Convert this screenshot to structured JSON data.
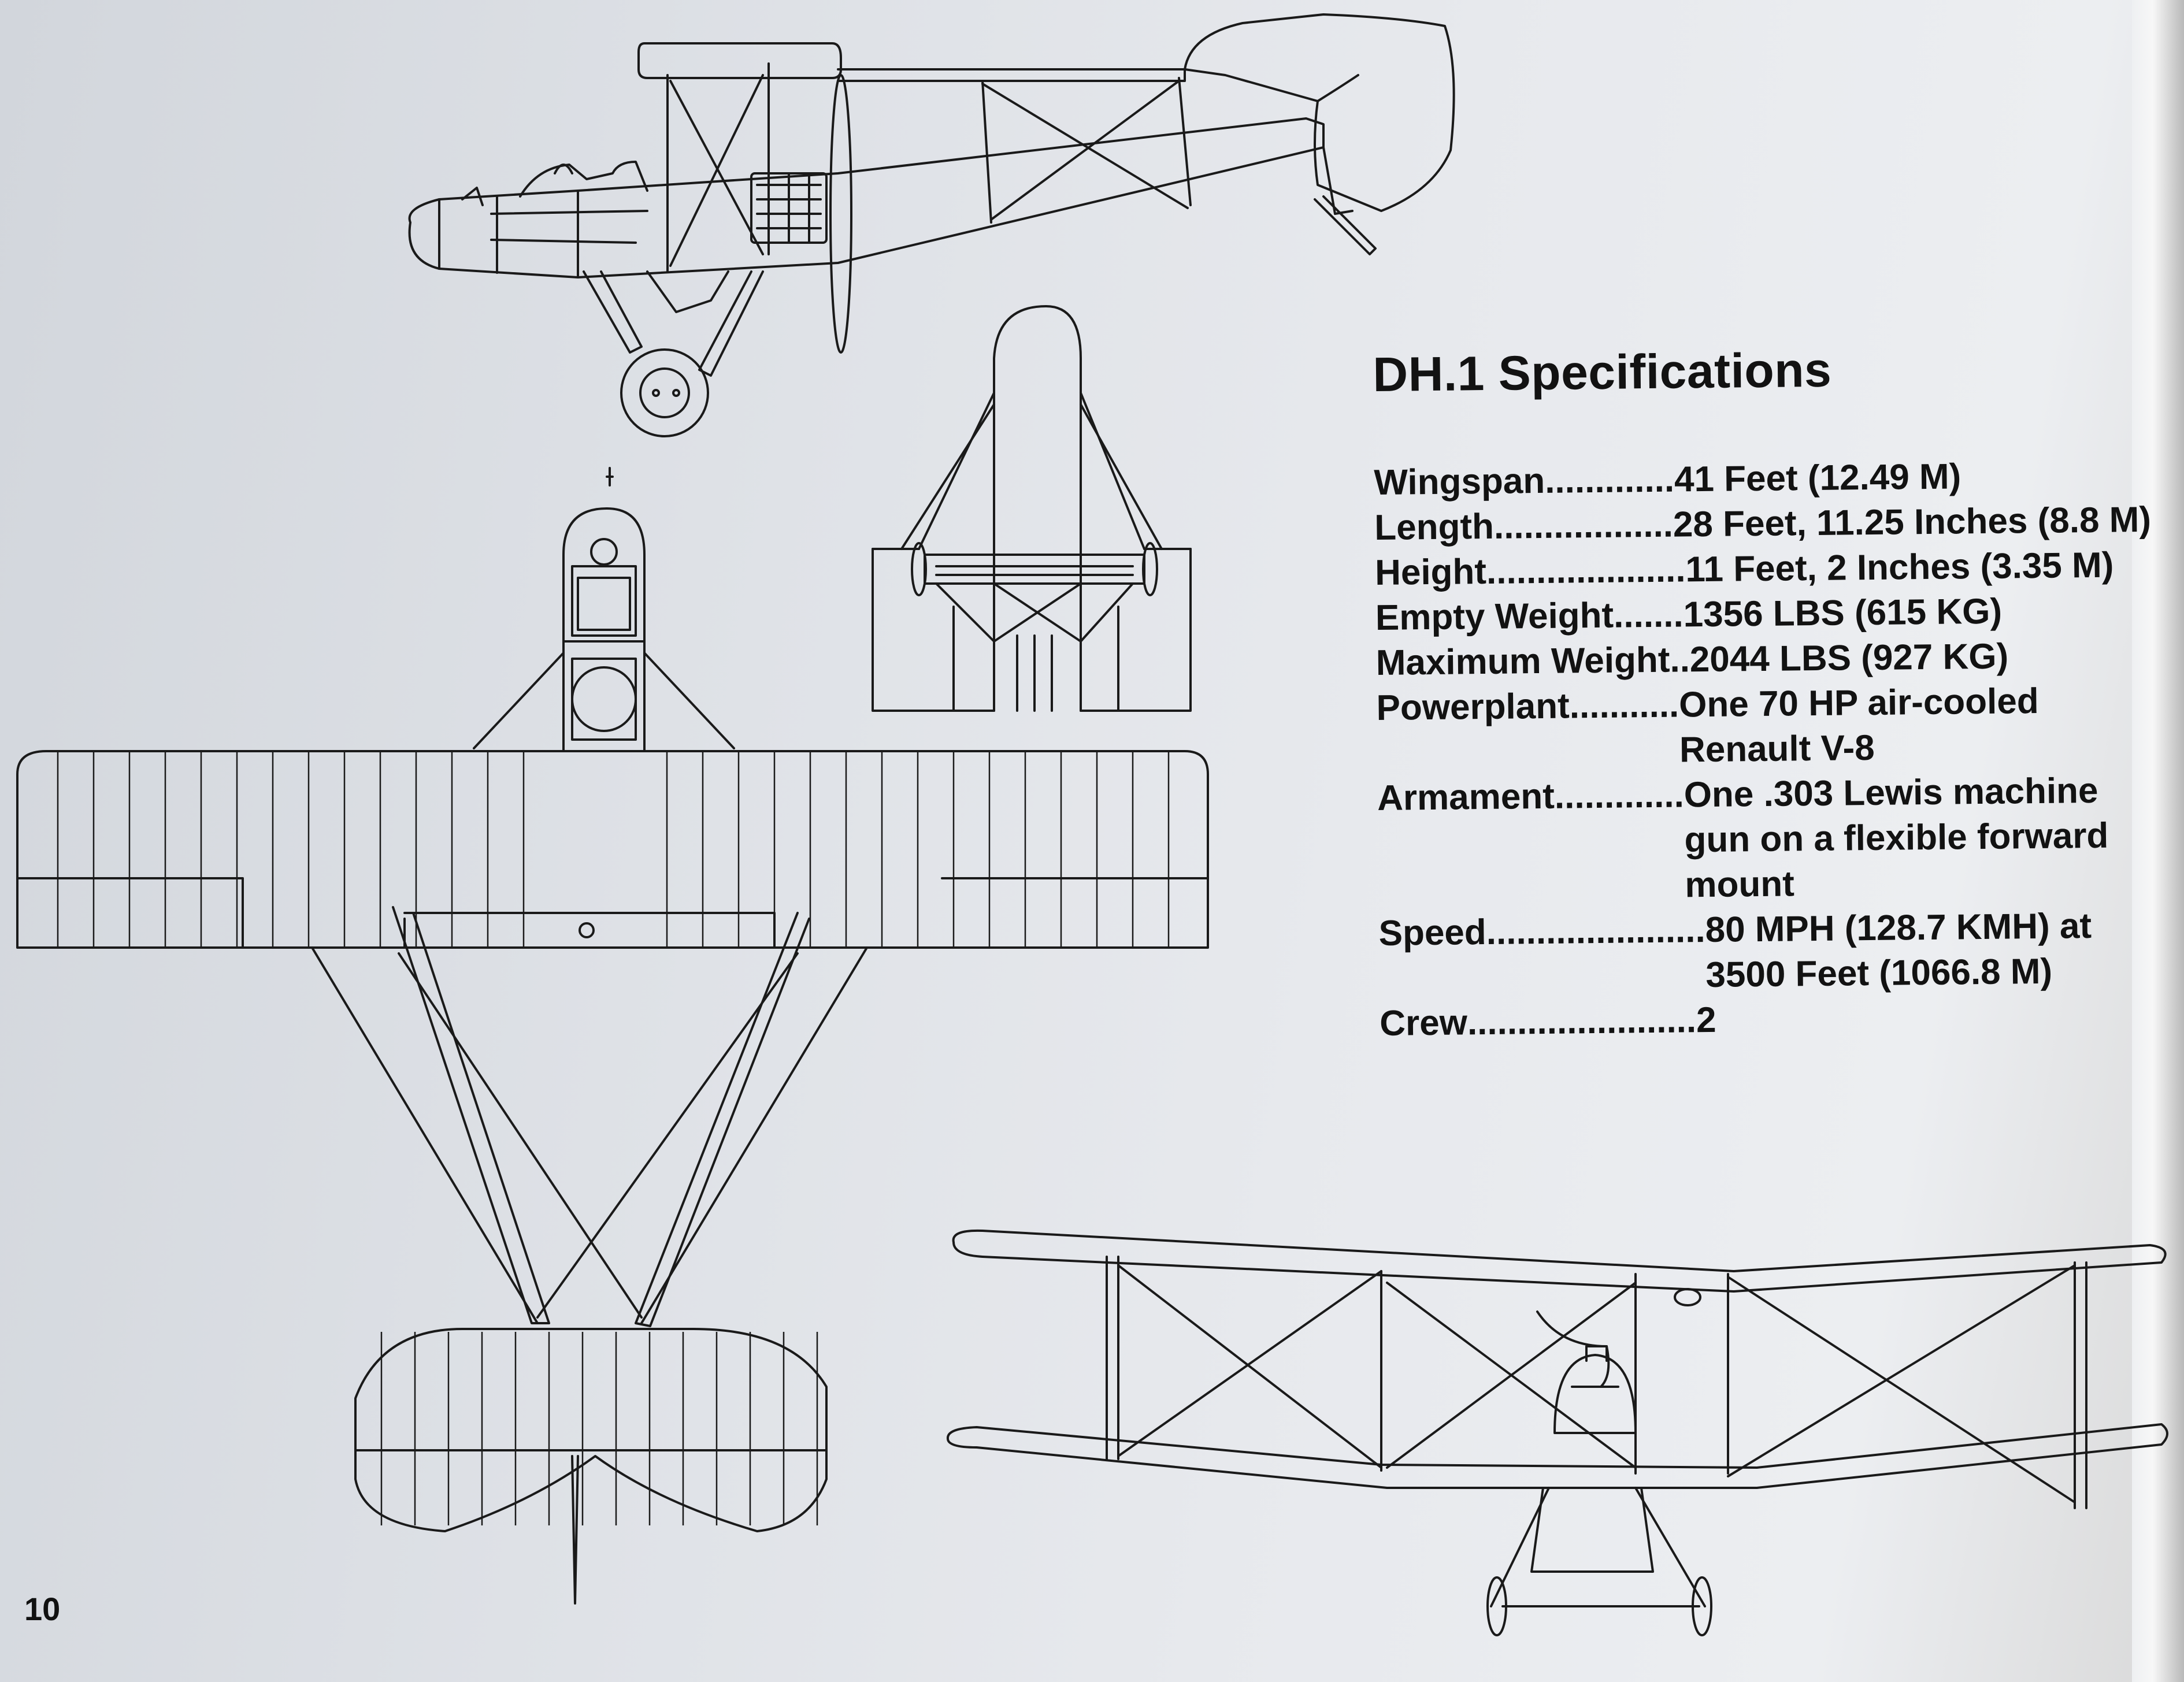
{
  "specs": {
    "title": "DH.1 Specifications",
    "rows": [
      {
        "label": "Wingspan",
        "dots": ".............",
        "value": "41 Feet (12.49 M)"
      },
      {
        "label": "Length",
        "dots": "..................",
        "value": "28 Feet, 11.25 Inches (8.8 M)"
      },
      {
        "label": "Height",
        "dots": "....................",
        "value": "11 Feet, 2 Inches (3.35 M)"
      },
      {
        "label": "Empty Weight",
        "dots": ".......",
        "value": "1356 LBS (615 KG)"
      },
      {
        "label": "Maximum Weight",
        "dots": "..",
        "value": "2044 LBS (927 KG)"
      },
      {
        "label": "Powerplant",
        "dots": "...........",
        "value": "One 70 HP air-cooled\nRenault V-8"
      },
      {
        "label": "Armament",
        "dots": ".............",
        "value": "One .303 Lewis machine\ngun on a flexible forward\nmount"
      },
      {
        "label": "Speed",
        "dots": "......................",
        "value": "80 MPH (128.7 KMH) at\n3500 Feet (1066.8 M)"
      },
      {
        "label": "Crew",
        "dots": ".......................",
        "value": "2"
      }
    ]
  },
  "page_number": "10",
  "colors": {
    "line": "#1a1a1a",
    "paper": "#e4e7eb"
  }
}
